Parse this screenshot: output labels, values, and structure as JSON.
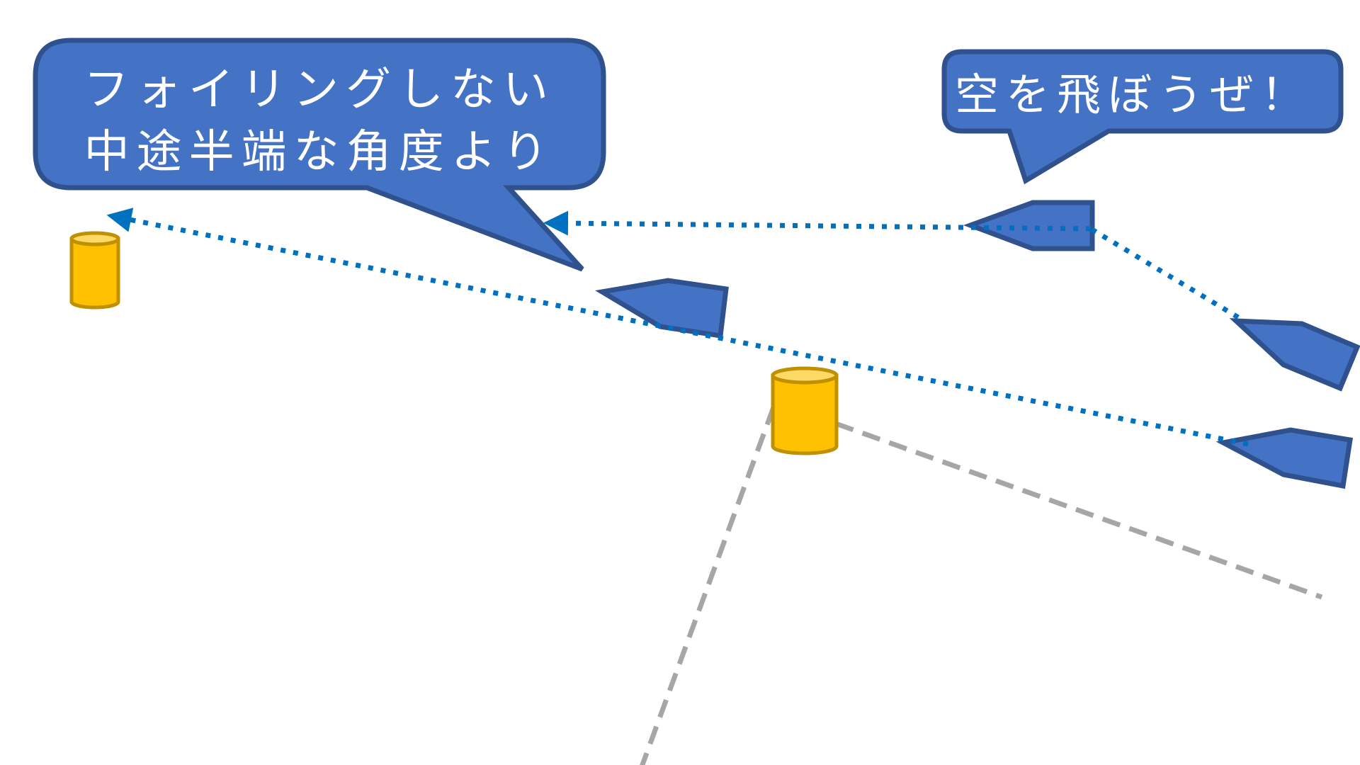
{
  "diagram": {
    "title": "Sailing course illustration: foiling vs. non-foiling angles",
    "colors": {
      "bubble_fill": "#4472C4",
      "bubble_stroke": "#2F528F",
      "bubble_text": "#FFFFFF",
      "boat_fill": "#4472C4",
      "boat_stroke": "#2F528F",
      "path_dotted": "#0070C0",
      "layline_dashed": "#A6A6A6",
      "buoy_fill": "#FFC000",
      "buoy_top": "#FFD966",
      "buoy_stroke": "#BF9000",
      "background": "#FFFFFF"
    },
    "callouts": [
      {
        "id": "callout-no-foiling",
        "lines": [
          "フォイリングしない",
          "中途半端な角度より"
        ]
      },
      {
        "id": "callout-fly",
        "lines": [
          "空を飛ぼうぜ！"
        ]
      }
    ],
    "boats": [
      {
        "id": "boat-middle",
        "role": "non-foiling boat on direct course"
      },
      {
        "id": "boat-top",
        "role": "foiling boat on flying course"
      },
      {
        "id": "boat-right-upper",
        "role": "boat bearing away to foil"
      },
      {
        "id": "boat-right-lower",
        "role": "boat starting direct course"
      }
    ],
    "buoys": [
      {
        "id": "mark-left",
        "role": "target mark"
      },
      {
        "id": "mark-center",
        "role": "leeward mark with laylines"
      }
    ],
    "paths": [
      {
        "id": "path-direct",
        "style": "dotted",
        "arrow": "end",
        "description": "direct course toward left mark"
      },
      {
        "id": "path-foiling",
        "style": "dotted",
        "arrow": "end",
        "description": "bear away then foil across"
      },
      {
        "id": "layline-left",
        "style": "dashed"
      },
      {
        "id": "layline-right",
        "style": "dashed"
      }
    ]
  }
}
